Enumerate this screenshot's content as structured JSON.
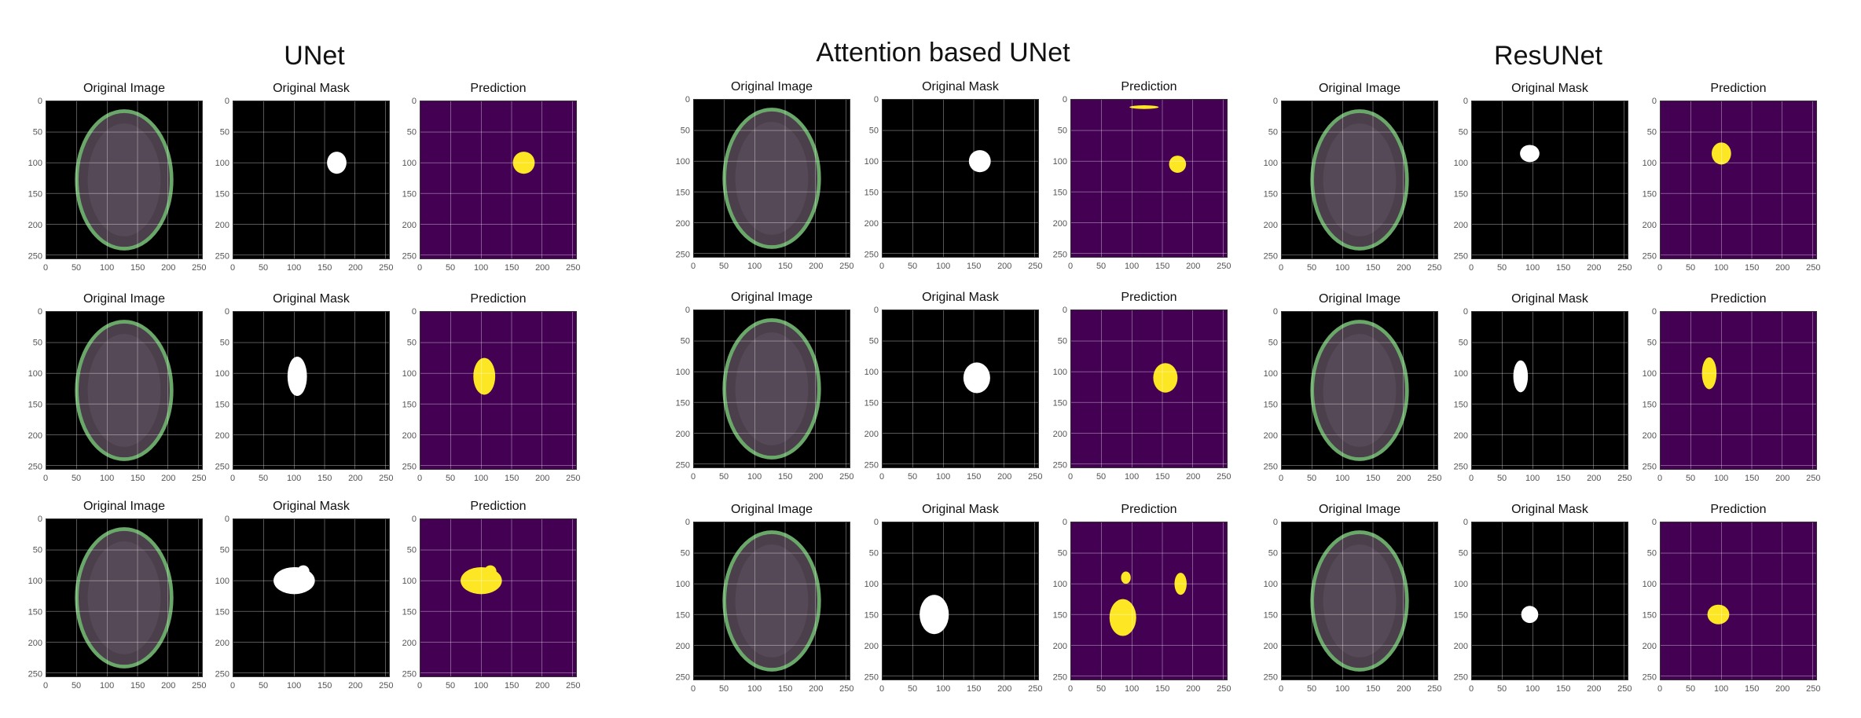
{
  "models": [
    {
      "title": "UNet"
    },
    {
      "title": "Attention based UNet"
    },
    {
      "title": "ResUNet"
    }
  ],
  "panel_titles": {
    "image": "Original Image",
    "mask": "Original Mask",
    "prediction": "Prediction"
  },
  "axis_ticks": [
    "0",
    "50",
    "100",
    "150",
    "200",
    "250"
  ],
  "colors": {
    "prediction_background": "#440154",
    "prediction_foreground": "#fde725",
    "mask_background": "#000000",
    "mask_foreground": "#ffffff"
  }
}
